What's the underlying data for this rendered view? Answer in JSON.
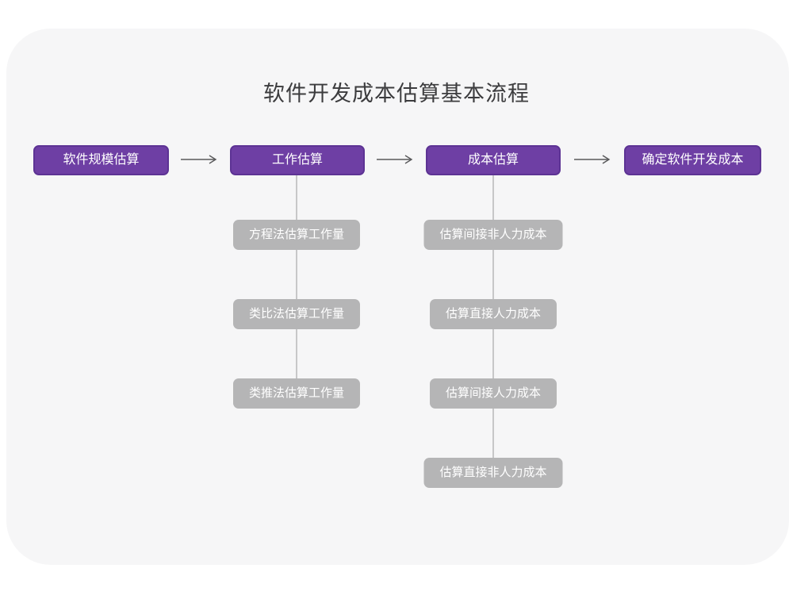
{
  "title": "软件开发成本估算基本流程",
  "flow": {
    "main_steps": [
      "软件规模估算",
      "工作估算",
      "成本估算",
      "确定软件开发成本"
    ],
    "work_methods": [
      "方程法估算工作量",
      "类比法估算工作量",
      "类推法估算工作量"
    ],
    "cost_components": [
      "估算间接非人力成本",
      "估算直接人力成本",
      "估算间接人力成本",
      "估算直接非人力成本"
    ]
  },
  "colors": {
    "primary_node": "#6e3fa4",
    "primary_node_border": "#5d3394",
    "secondary_node": "#b5b5b6",
    "node_text": "#ffffff",
    "connector_line": "#c7c7c8",
    "arrow": "#58585a",
    "title_text": "#3c3c3e",
    "canvas_background": "#f6f6f7",
    "page_background": "#ffffff"
  }
}
